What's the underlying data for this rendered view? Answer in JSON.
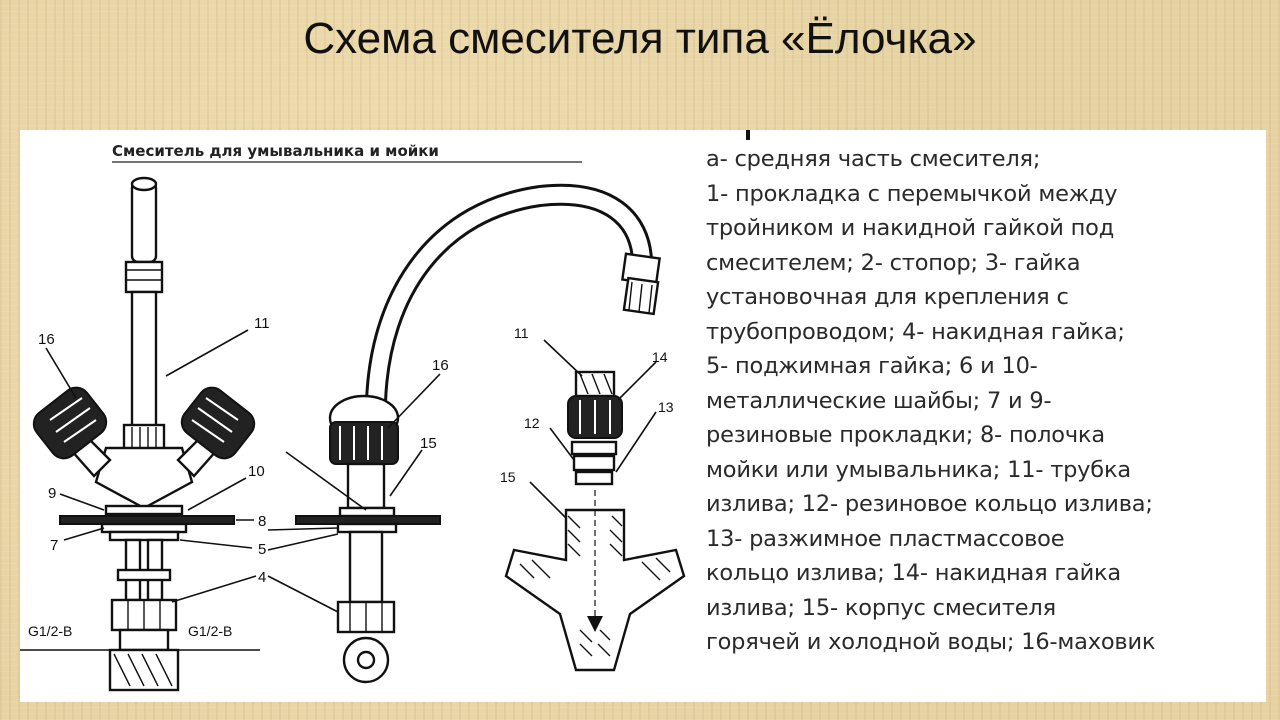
{
  "slide": {
    "title": "Схема смесителя типа «Ёлочка»"
  },
  "diagram": {
    "subtitle": "Смеситель для умывальника и мойки",
    "labels": {
      "left_16": "16",
      "left_11": "11",
      "left_10": "10",
      "left_9": "9",
      "left_8": "8",
      "left_7": "7",
      "left_5": "5",
      "left_4": "4",
      "left_g_left": "G1/2-В",
      "left_g_right": "G1/2-В",
      "mid_16": "16",
      "mid_15": "15",
      "det_11": "11",
      "det_14": "14",
      "det_12": "12",
      "det_13": "13",
      "det_15": "15"
    },
    "legend_lines": [
      "а- средняя часть смесителя;",
      "1- прокладка с перемычкой между",
      "тройником и накидной гайкой под",
      "смесителем; 2- стопор;  3- гайка",
      "установочная для крепления с",
      "трубопроводом; 4- накидная гайка;",
      "5- поджимная гайка;  6 и 10-",
      "металлические шайбы;  7 и 9-",
      "резиновые прокладки;  8- полочка",
      "мойки или умывальника;  11- трубка",
      "излива;  12- резиновое кольцо излива;",
      " 13- разжимное пластмассовое",
      "кольцо излива;  14- накидная гайка",
      "излива;  15- корпус смесителя",
      "горячей и холодной воды; 16-маховик"
    ]
  }
}
